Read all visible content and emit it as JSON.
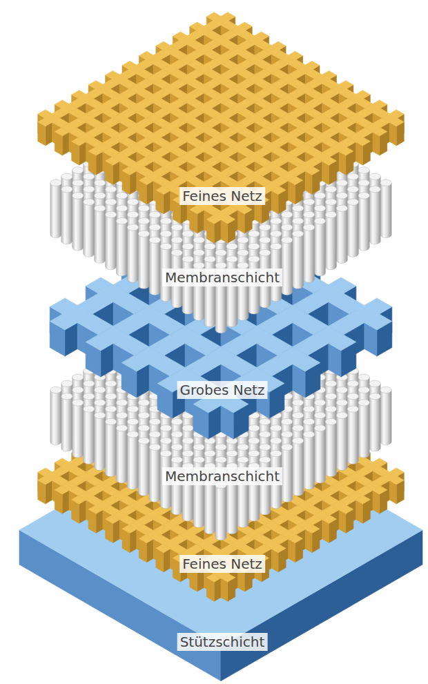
{
  "diagram": {
    "labels": [
      "Feines Netz",
      "Membranschicht",
      "Grobes Netz",
      "Membranschicht",
      "Feines Netz",
      "Stützschicht"
    ]
  }
}
